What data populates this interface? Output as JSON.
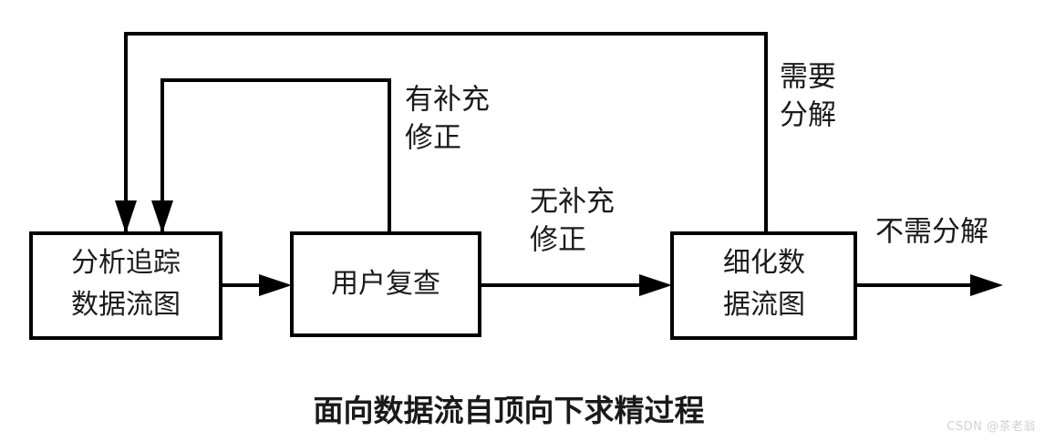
{
  "diagram": {
    "caption": "面向数据流自顶向下求精过程",
    "background_color": "#ffffff",
    "line_color": "#000000",
    "text_color": "#1a1a1a",
    "nodes": [
      {
        "id": "analyze",
        "line1": "分析追踪",
        "line2": "数据流图"
      },
      {
        "id": "review",
        "line1": "用户复查",
        "line2": ""
      },
      {
        "id": "refine",
        "line1": "细化数",
        "line2": "据流图"
      }
    ],
    "edge_labels": [
      {
        "id": "has-supplement",
        "line1": "有补充",
        "line2": "修正"
      },
      {
        "id": "no-supplement",
        "line1": "无补充",
        "line2": "修正"
      },
      {
        "id": "need-decompose",
        "line1": "需要",
        "line2": "分解"
      },
      {
        "id": "no-decompose",
        "line1": "不需分解",
        "line2": ""
      }
    ]
  },
  "watermark": {
    "text": "CSDN @茶老翁"
  }
}
